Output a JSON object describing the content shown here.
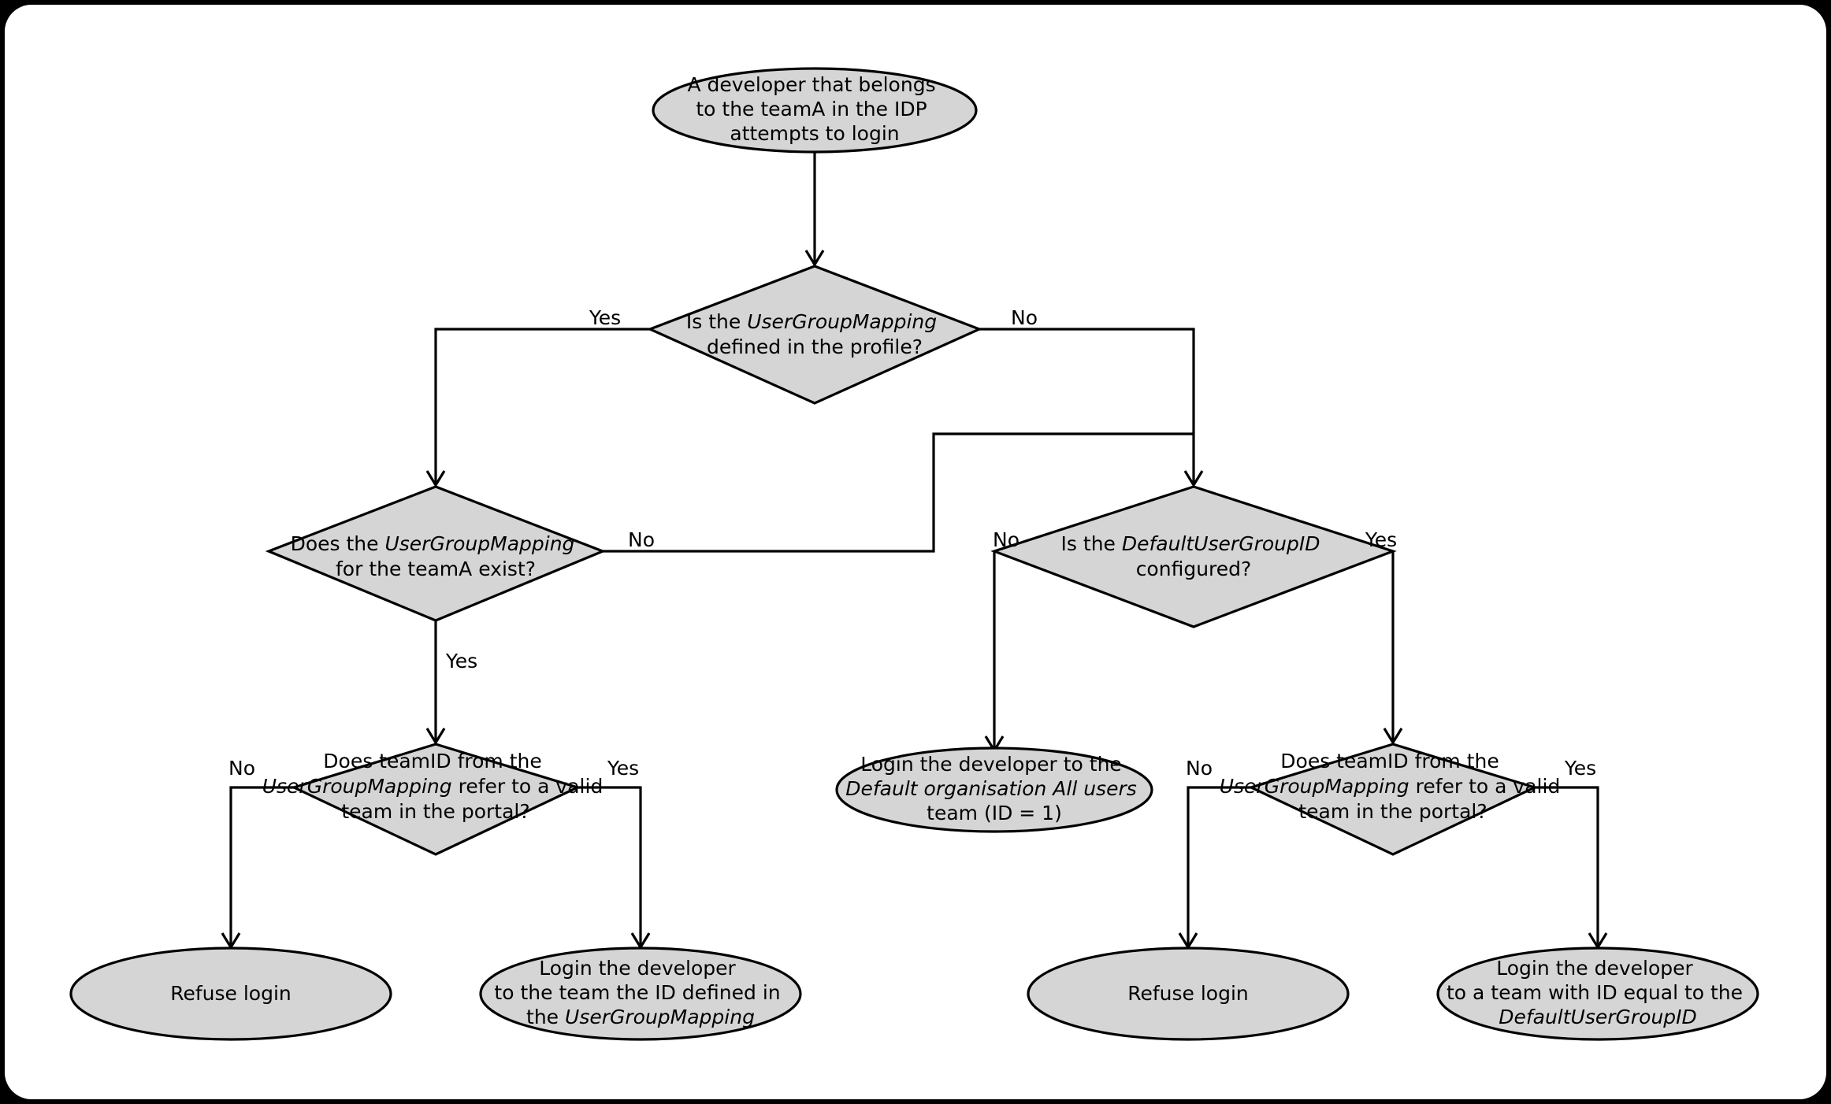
{
  "diagram": {
    "title": "Developer login team assignment flow",
    "background_color": "#000000",
    "canvas_color": "#ffffff",
    "node_fill": "#d5d5d5",
    "node_stroke": "#000000",
    "nodes": {
      "start": {
        "shape": "ellipse",
        "lines": [
          {
            "text": "A developer that belongs",
            "italic": false
          },
          {
            "text": "to the teamA in the IDP",
            "italic": false
          },
          {
            "text": "attempts to login",
            "italic": false
          }
        ]
      },
      "d_mapping_defined": {
        "shape": "diamond",
        "lines": [
          {
            "parts": [
              {
                "t": "Is the ",
                "i": false
              },
              {
                "t": "UserGroupMapping",
                "i": true
              }
            ]
          },
          {
            "parts": [
              {
                "t": "defined in the profile?",
                "i": false
              }
            ]
          }
        ]
      },
      "d_mapping_teama": {
        "shape": "diamond",
        "lines": [
          {
            "parts": [
              {
                "t": "Does the ",
                "i": false
              },
              {
                "t": "UserGroupMapping",
                "i": true
              }
            ]
          },
          {
            "parts": [
              {
                "t": "for the teamA exist?",
                "i": false
              }
            ]
          }
        ]
      },
      "d_default_group": {
        "shape": "diamond",
        "lines": [
          {
            "parts": [
              {
                "t": "Is the ",
                "i": false
              },
              {
                "t": "DefaultUserGroupID",
                "i": true
              }
            ]
          },
          {
            "parts": [
              {
                "t": "configured?",
                "i": false
              }
            ]
          }
        ]
      },
      "d_teamid_left": {
        "shape": "diamond",
        "lines": [
          {
            "parts": [
              {
                "t": "Does teamID from the",
                "i": false
              }
            ]
          },
          {
            "parts": [
              {
                "t": "UserGroupMapping",
                "i": true
              },
              {
                "t": " refer to a valid",
                "i": false
              }
            ]
          },
          {
            "parts": [
              {
                "t": "team in the portal?",
                "i": false
              }
            ]
          }
        ]
      },
      "d_teamid_right": {
        "shape": "diamond",
        "lines": [
          {
            "parts": [
              {
                "t": "Does teamID from the",
                "i": false
              }
            ]
          },
          {
            "parts": [
              {
                "t": "UserGroupMapping",
                "i": true
              },
              {
                "t": " refer to a valid",
                "i": false
              }
            ]
          },
          {
            "parts": [
              {
                "t": "team in the portal?",
                "i": false
              }
            ]
          }
        ]
      },
      "e_default_org": {
        "shape": "ellipse",
        "lines": [
          {
            "parts": [
              {
                "t": "Login the developer to the",
                "i": false
              }
            ]
          },
          {
            "parts": [
              {
                "t": "Default organisation All users",
                "i": true
              }
            ]
          },
          {
            "parts": [
              {
                "t": "team (ID = 1)",
                "i": false
              }
            ]
          }
        ]
      },
      "e_refuse_left": {
        "shape": "ellipse",
        "lines": [
          {
            "parts": [
              {
                "t": "Refuse login",
                "i": false
              }
            ]
          }
        ]
      },
      "e_login_mapping": {
        "shape": "ellipse",
        "lines": [
          {
            "parts": [
              {
                "t": "Login the developer",
                "i": false
              }
            ]
          },
          {
            "parts": [
              {
                "t": "to the team the ID defined in",
                "i": false
              }
            ]
          },
          {
            "parts": [
              {
                "t": "the ",
                "i": false
              },
              {
                "t": "UserGroupMapping",
                "i": true
              }
            ]
          }
        ]
      },
      "e_refuse_right": {
        "shape": "ellipse",
        "lines": [
          {
            "parts": [
              {
                "t": "Refuse login",
                "i": false
              }
            ]
          }
        ]
      },
      "e_login_default": {
        "shape": "ellipse",
        "lines": [
          {
            "parts": [
              {
                "t": "Login the developer",
                "i": false
              }
            ]
          },
          {
            "parts": [
              {
                "t": "to a team with ID equal to the",
                "i": false
              }
            ]
          },
          {
            "parts": [
              {
                "t": "DefaultUserGroupID",
                "i": true
              }
            ]
          }
        ]
      }
    },
    "edge_labels": {
      "mapping_defined_yes": "Yes",
      "mapping_defined_no": "No",
      "mapping_teama_no": "No",
      "mapping_teama_yes": "Yes",
      "default_group_no": "No",
      "default_group_yes": "Yes",
      "teamid_left_no": "No",
      "teamid_left_yes": "Yes",
      "teamid_right_no": "No",
      "teamid_right_yes": "Yes"
    }
  }
}
